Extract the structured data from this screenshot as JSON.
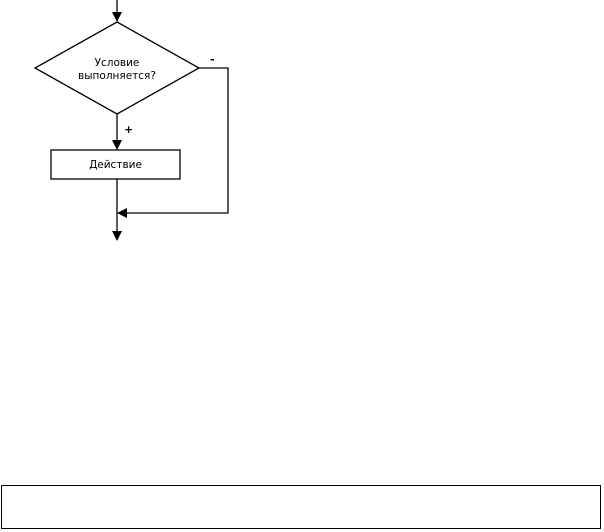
{
  "flowchart": {
    "decision": {
      "text_line1": "Условие",
      "text_line2": "выполняется?"
    },
    "action": {
      "text": "Действие"
    },
    "branches": {
      "yes_label": "+",
      "no_label": "-"
    }
  },
  "bottom_box": {
    "text": ""
  },
  "colors": {
    "stroke": "#000000",
    "fill": "#ffffff"
  }
}
